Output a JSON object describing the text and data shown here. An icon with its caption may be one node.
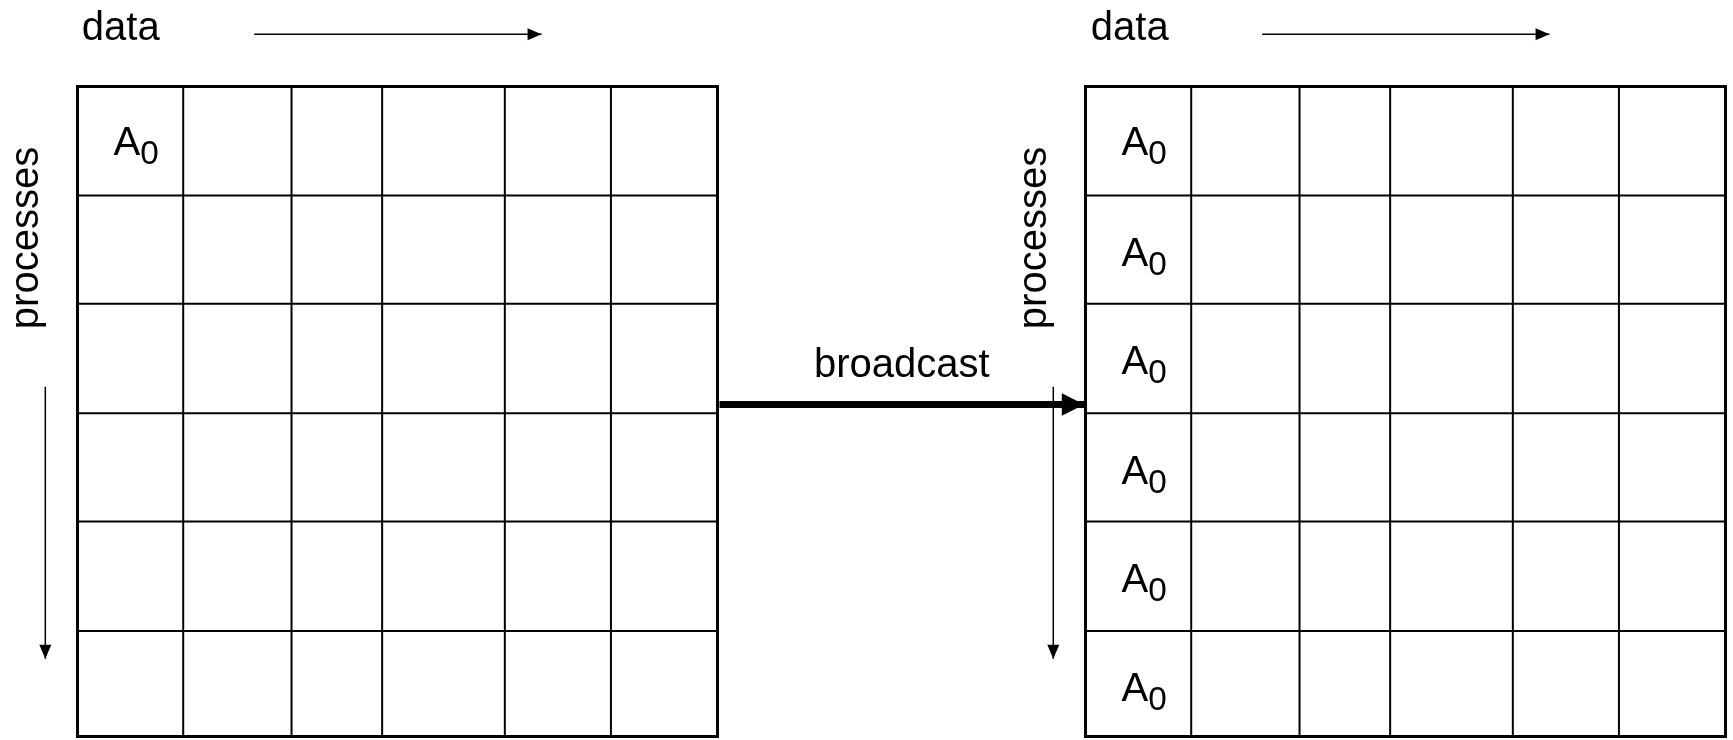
{
  "diagram": {
    "nodes": [
      {
        "text": [
          "A$_{0}$"
        ]
      },
      {
        "text": [
          "A$_{0}$",
          "A$_{0}$",
          "A$_{0}$",
          "A$_{0}$",
          "A$_{0}$",
          "A$_{0}$"
        ]
      }
    ],
    "edges": [
      {
        "from": 0,
        "to": 1,
        "arrow": "to",
        "label": "broadcast"
      }
    ],
    "labels": [
      "data",
      "data",
      "processes",
      "processes"
    ]
  }
}
